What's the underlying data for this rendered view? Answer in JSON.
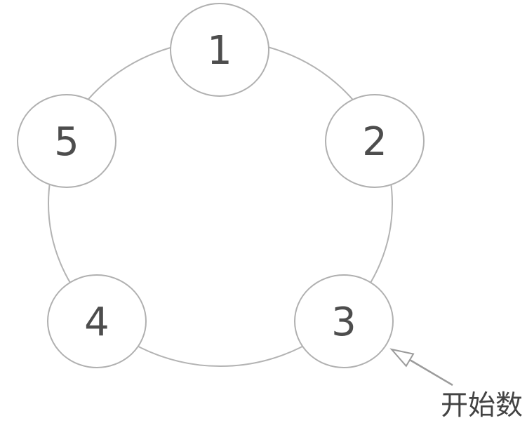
{
  "diagram": {
    "description": "Five circles numbered 1 to 5 placed on a connecting ring, counted in a cycle",
    "nodes": [
      {
        "label": "1"
      },
      {
        "label": "2"
      },
      {
        "label": "3"
      },
      {
        "label": "4"
      },
      {
        "label": "5"
      }
    ],
    "annotation": {
      "label": "开始数",
      "points_to_node": "3"
    },
    "colors": {
      "background": "#ffffff",
      "ring_stroke": "#b3b3b3",
      "node_stroke": "#b0b0b0",
      "node_fill": "#ffffff",
      "number_text": "#4d4d4d",
      "arrow": "#9b9b9b",
      "annotation_text": "#434343"
    }
  }
}
